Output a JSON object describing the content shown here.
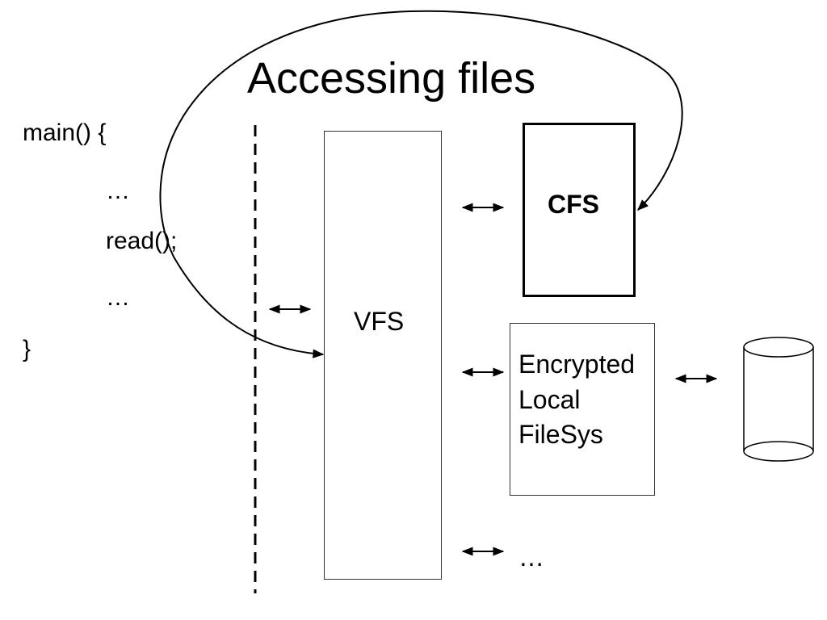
{
  "title": "Accessing files",
  "code": {
    "line1": "main() {",
    "line2": "…",
    "line3": "read();",
    "line4": "…",
    "line5": "}"
  },
  "layers": {
    "vfs_label": "VFS",
    "cfs_label": "CFS",
    "encrypted_fs_label": "Encrypted\nLocal\nFileSys",
    "more_label": "…"
  },
  "colors": {
    "stroke": "#000000",
    "background": "#ffffff"
  }
}
